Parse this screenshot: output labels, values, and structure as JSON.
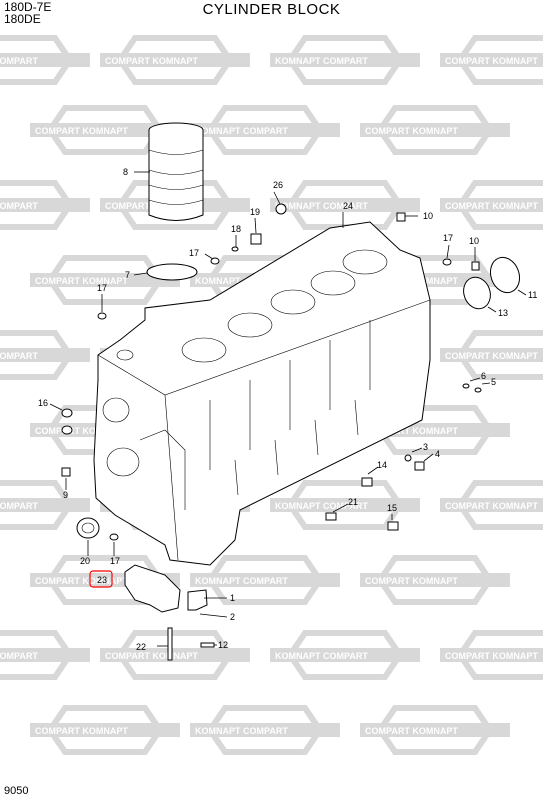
{
  "header": {
    "model_line1": "180D-7E",
    "model_line2": "180DE",
    "title": "CYLINDER BLOCK"
  },
  "footer": {
    "page_number": "9050"
  },
  "watermark": {
    "text_a": "KOMNAPT",
    "text_b": "COMPART",
    "color": "#d8d8d8"
  },
  "highlight_color": "#ff0000",
  "callouts": [
    "8",
    "26",
    "19",
    "24",
    "10",
    "18",
    "17",
    "7",
    "17",
    "10",
    "11",
    "17",
    "13",
    "6",
    "5",
    "16",
    "3",
    "4",
    "14",
    "9",
    "21",
    "15",
    "20",
    "17",
    "23",
    "1",
    "2",
    "22",
    "12"
  ]
}
